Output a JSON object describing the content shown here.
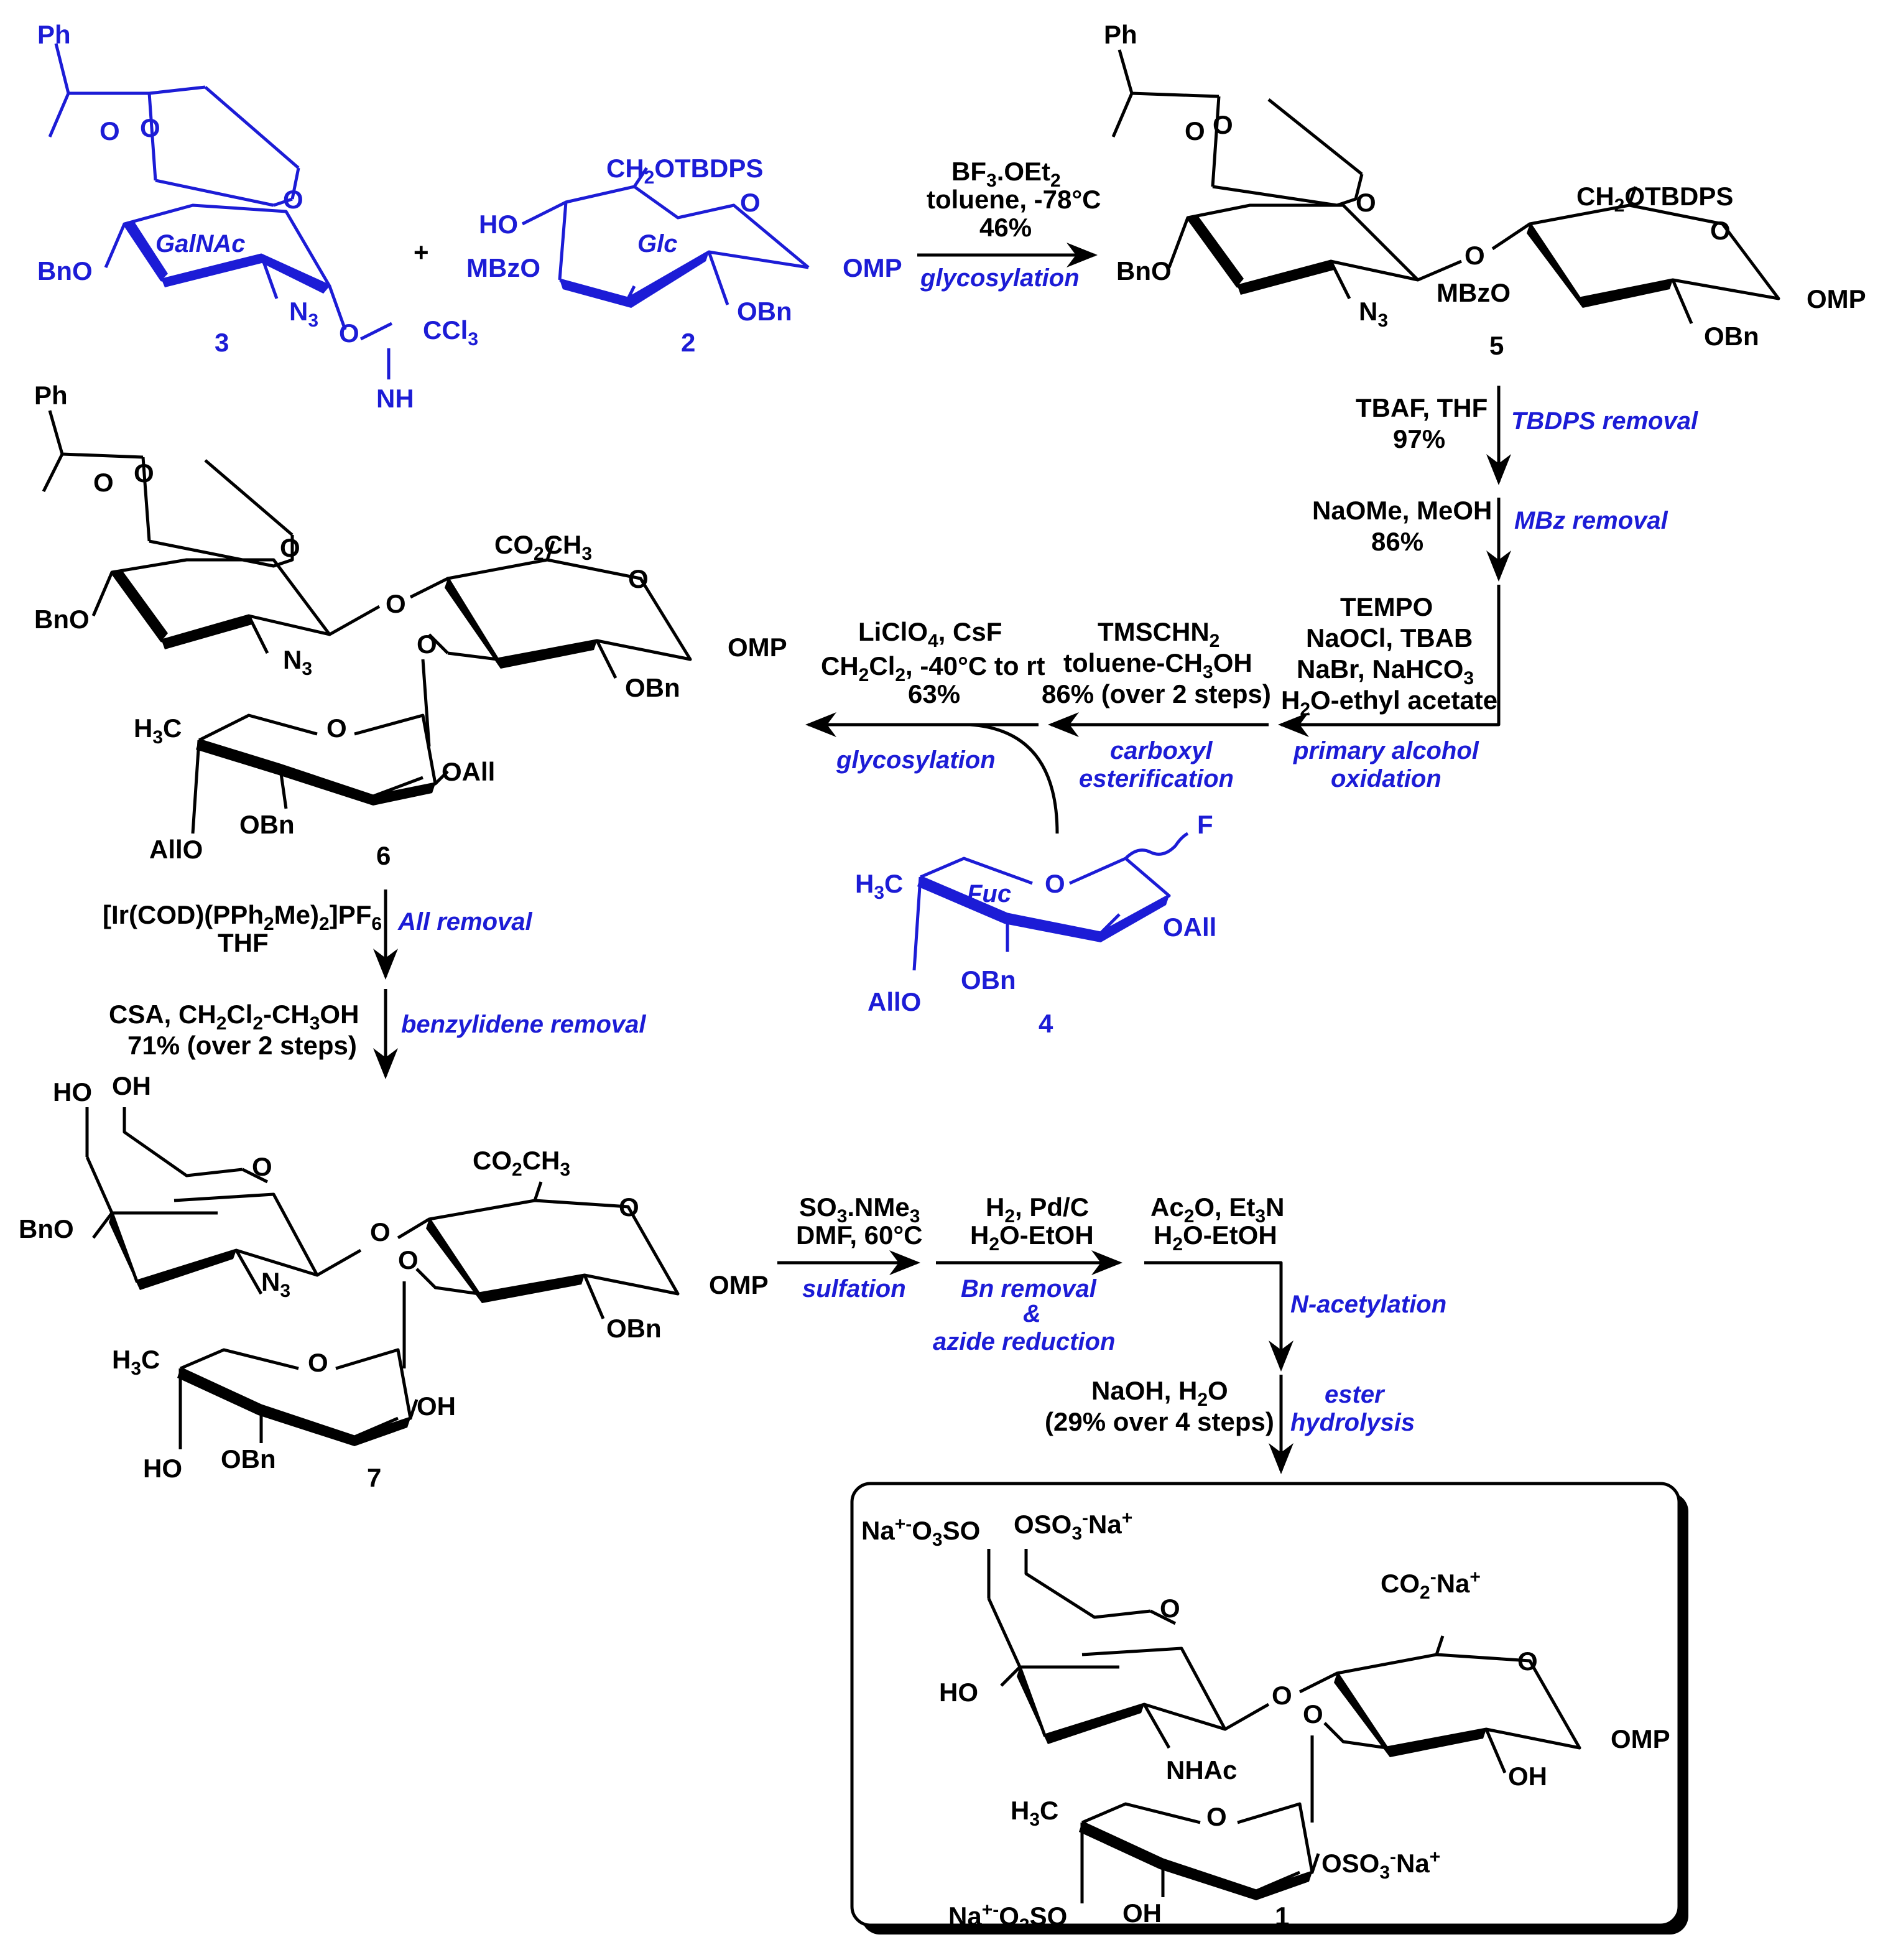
{
  "compounds": {
    "c3": {
      "number": "3",
      "ph": "Ph",
      "sugar": "GalNAc",
      "bno": "BnO",
      "n3": "N",
      "o_anomeric": "O",
      "ccl3": "CCl",
      "nh": "NH",
      "ring_o": "O"
    },
    "c2": {
      "number": "2",
      "ch2otbdps": "CH",
      "ho": "HO",
      "mbzo": "MBzO",
      "sugar": "Glc",
      "obn": "OBn",
      "omp": "OMP",
      "ring_o": "O"
    },
    "c5": {
      "number": "5",
      "ph": "Ph",
      "bno": "BnO",
      "n3": "N",
      "link_o": "O",
      "ch2otbdps": "CH",
      "mbzo": "MBzO",
      "obn": "OBn",
      "omp": "OMP",
      "ring_o": "O"
    },
    "c6": {
      "number": "6",
      "ph": "Ph",
      "bno": "BnO",
      "n3": "N",
      "co2ch3": "CO",
      "obn": "OBn",
      "omp": "OMP",
      "h3c": "H",
      "oall": "OAll",
      "obn_fuc": "OBn",
      "allo": "AllO",
      "ring_o": "O"
    },
    "c4": {
      "number": "4",
      "f": "F",
      "h3c": "H",
      "sugar": "Fuc",
      "oall": "OAll",
      "obn": "OBn",
      "allo": "AllO",
      "ring_o": "O"
    },
    "c7": {
      "number": "7",
      "ho1": "HO",
      "oh1": "OH",
      "bno": "BnO",
      "n3": "N",
      "co2ch3": "CO",
      "obn": "OBn",
      "omp": "OMP",
      "h3c": "H",
      "oh2": "OH",
      "obn_fuc": "OBn",
      "ho2": "HO",
      "ring_o": "O"
    },
    "c1": {
      "number": "1",
      "na_o3so_top": "Na",
      "oso3_na": "OSO",
      "co2_na": "CO",
      "ho": "HO",
      "nhac": "NHAc",
      "omp": "OMP",
      "oh": "OH",
      "h3c": "H",
      "oso3_na_fuc": "OSO",
      "oh_fuc": "OH",
      "na_o3so_bottom": "Na",
      "ring_o": "O"
    }
  },
  "steps": {
    "glycosylation1": {
      "reagent1": "BF",
      "reagent2": "toluene, -78°C",
      "yield": "46%",
      "label": "glycosylation"
    },
    "tbdps_removal": {
      "reagent": "TBAF, THF",
      "yield": "97%",
      "label": "TBDPS removal"
    },
    "mbz_removal": {
      "reagent": "NaOMe, MeOH",
      "yield": "86%",
      "label": "MBz removal"
    },
    "oxidation": {
      "r1": "TEMPO",
      "r2": "NaOCl, TBAB",
      "r3": "NaBr, NaHCO",
      "r4": "H",
      "label1": "primary alcohol",
      "label2": "oxidation"
    },
    "esterification": {
      "r1": "TMSCHN",
      "r2": "toluene-CH",
      "yield": "86% (over 2 steps)",
      "label1": "carboxyl",
      "label2": "esterification"
    },
    "glycosylation2": {
      "r1": "LiClO",
      "r2": "CH",
      "yield": "63%",
      "label": "glycosylation"
    },
    "all_removal": {
      "r1": "[Ir(COD)(PPh",
      "r2": "THF",
      "label": "All removal"
    },
    "benzylidene_removal": {
      "r1": "CSA, CH",
      "yield": "71% (over 2 steps)",
      "label": "benzylidene removal"
    },
    "sulfation": {
      "r1": "SO",
      "r2": "DMF, 60°C",
      "label": "sulfation"
    },
    "bn_removal": {
      "r1": "H",
      "r2": "H",
      "label1": "Bn removal",
      "label2": "&",
      "label3": "azide reduction"
    },
    "n_acetylation": {
      "r1": "Ac",
      "r2": "H",
      "label": "N-acetylation"
    },
    "ester_hydrolysis": {
      "r1": "NaOH, H",
      "r2": "(29% over 4 steps)",
      "label1": "ester",
      "label2": "hydrolysis"
    }
  },
  "plus": "+",
  "colors": {
    "starting_materials": "#1c1cd6",
    "reagent_text": "#000000",
    "step_label": "#1c1cd6"
  }
}
